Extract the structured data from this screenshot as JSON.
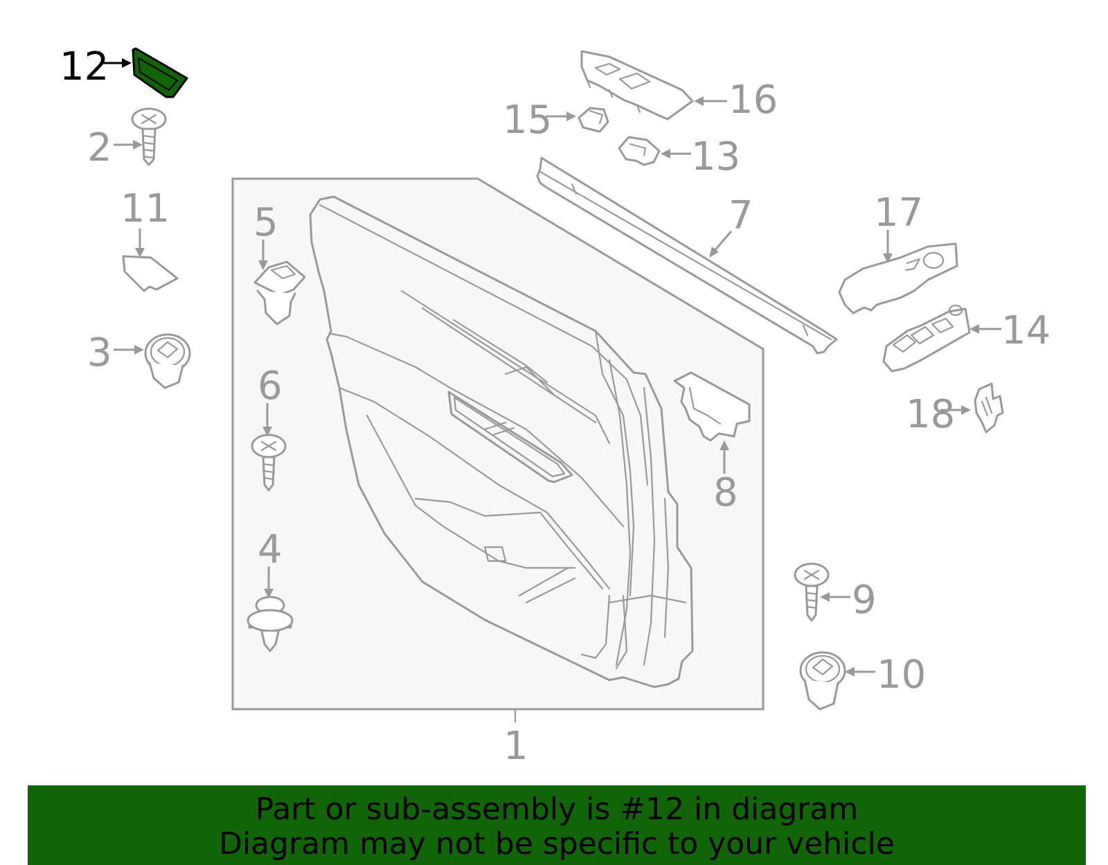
{
  "callouts": {
    "c1": "1",
    "c2": "2",
    "c3": "3",
    "c4": "4",
    "c5": "5",
    "c6": "6",
    "c7": "7",
    "c8": "8",
    "c9": "9",
    "c10": "10",
    "c11": "11",
    "c12": "12",
    "c13": "13",
    "c14": "14",
    "c15": "15",
    "c16": "16",
    "c17": "17",
    "c18": "18"
  },
  "highlighted_part": "12",
  "colors": {
    "highlight_fill": "#116407",
    "line_gray": "#999999",
    "panel_bg": "#f7f7f7",
    "footer_bg": "#116407"
  },
  "footer": {
    "line1": "Part or sub-assembly is #12 in diagram",
    "line2": "Diagram may not be specific to your vehicle"
  }
}
